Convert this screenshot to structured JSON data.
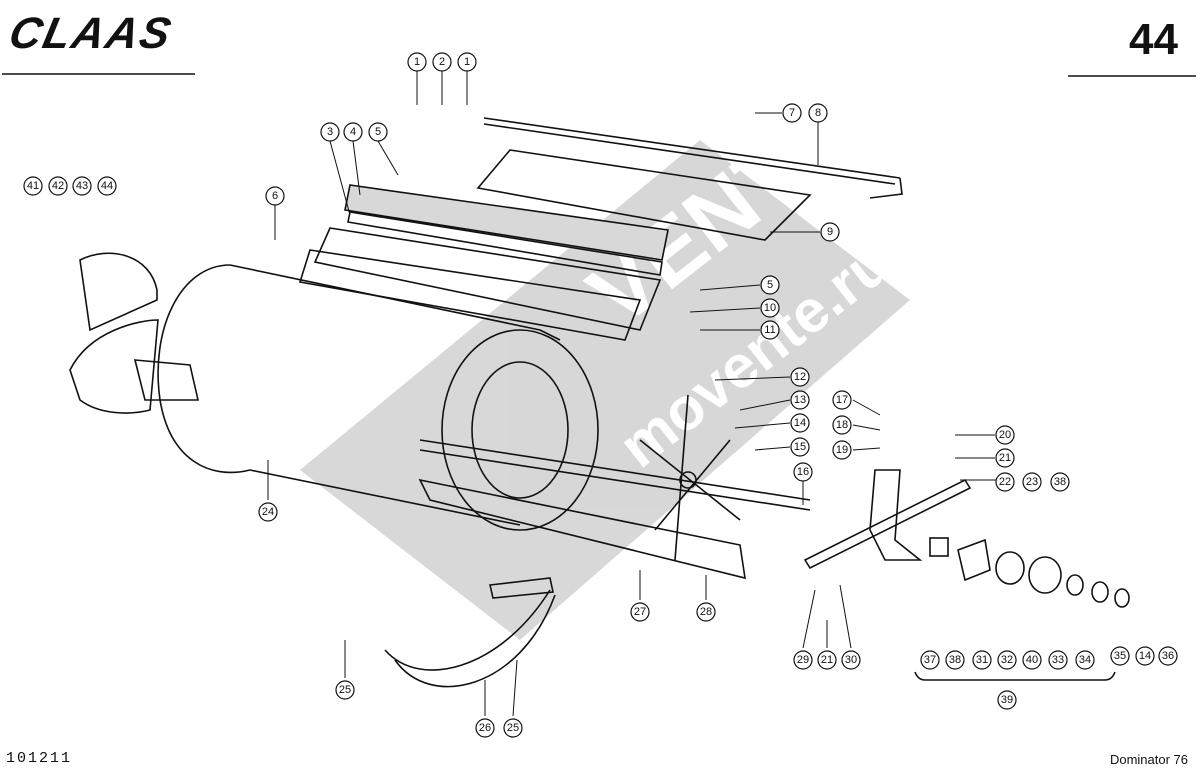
{
  "header": {
    "brand": "CLAAS",
    "page_number": "44"
  },
  "footer": {
    "drawing_number": "101211",
    "model": "Dominator 76"
  },
  "watermark": {
    "text": "VENTE",
    "url": "movente.ru"
  },
  "callouts": [
    "1",
    "2",
    "1",
    "3",
    "4",
    "5",
    "6",
    "7",
    "8",
    "9",
    "5",
    "10",
    "11",
    "12",
    "13",
    "14",
    "15",
    "16",
    "17",
    "18",
    "19",
    "20",
    "21",
    "22",
    "23",
    "38",
    "41",
    "42",
    "43",
    "44",
    "24",
    "27",
    "28",
    "29",
    "21",
    "30",
    "37",
    "38",
    "31",
    "32",
    "40",
    "33",
    "34",
    "35",
    "14",
    "36",
    "39",
    "25",
    "26",
    "25"
  ]
}
